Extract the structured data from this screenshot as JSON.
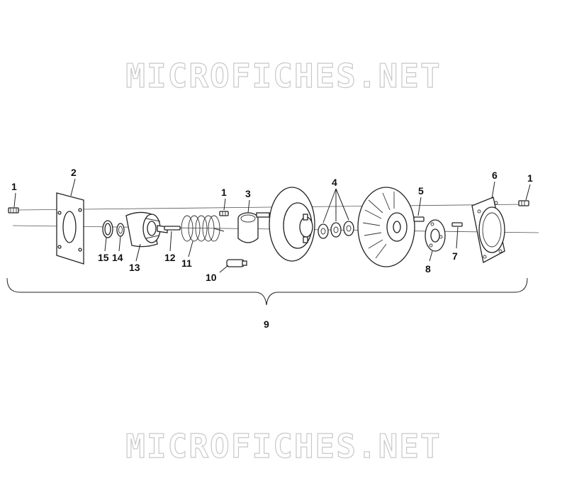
{
  "watermark": {
    "top": "MICROFICHES.NET",
    "bottom": "MICROFICHES.NET"
  },
  "callouts": {
    "c1_left": "1",
    "c2": "2",
    "c15": "15",
    "c14": "14",
    "c13": "13",
    "c12": "12",
    "c11": "11",
    "c1_mid": "1",
    "c3": "3",
    "c10": "10",
    "c4": "4",
    "c5": "5",
    "c8": "8",
    "c7": "7",
    "c6": "6",
    "c1_right": "1",
    "c9": "9"
  }
}
